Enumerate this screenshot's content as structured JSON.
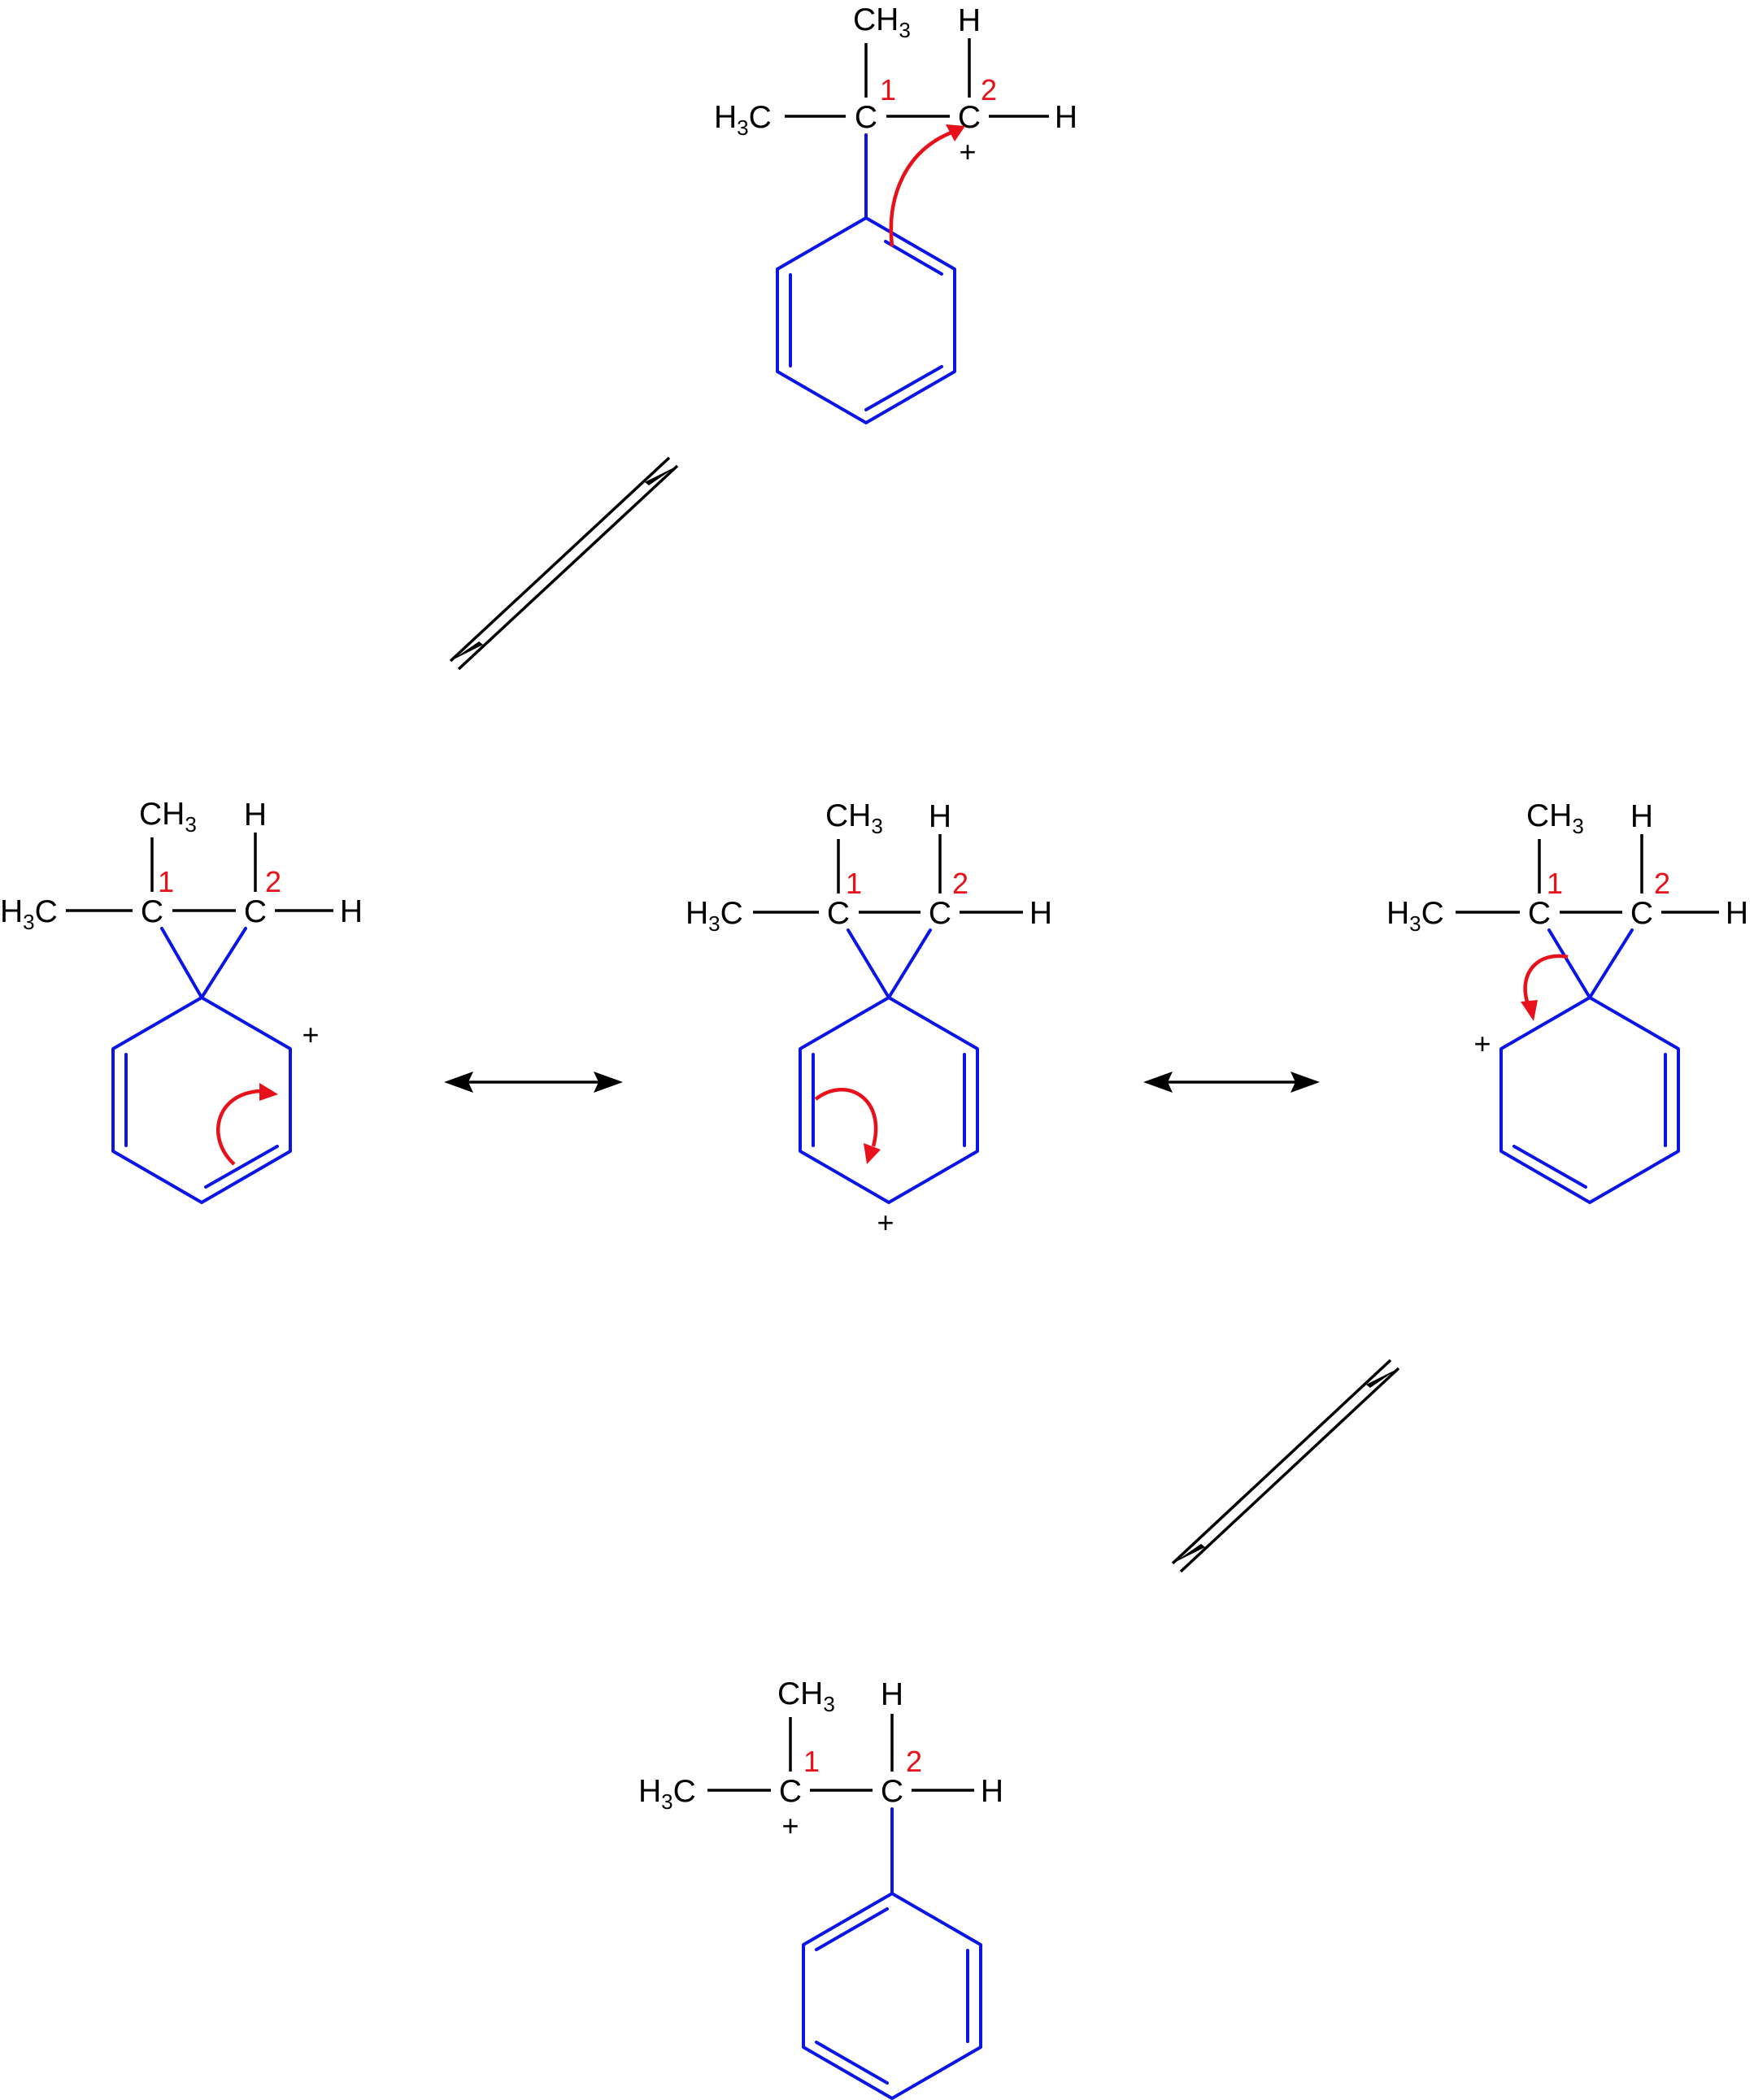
{
  "labels": {
    "c": "C",
    "h": "H",
    "ch": "CH",
    "hc": "H",
    "c_tail": "C",
    "sub3": "3",
    "plus": "+",
    "n1": "1",
    "n2": "2"
  },
  "colors": {
    "alkyl_bonds": "#000000",
    "ring": "#0b16e6",
    "electron_arrow": "#e8101a",
    "carbon_numbers": "#e8101a"
  },
  "structures": [
    {
      "id": "primary-carbocation",
      "charge_on": "C2"
    },
    {
      "id": "phenonium-resonance-ortho-left",
      "charge_on": "ring ortho carbon (right)"
    },
    {
      "id": "phenonium-resonance-para",
      "charge_on": "ring para carbon"
    },
    {
      "id": "phenonium-resonance-ortho-right",
      "charge_on": "ring ortho carbon (left)"
    },
    {
      "id": "tertiary-carbocation",
      "charge_on": "C1"
    }
  ],
  "arrows": [
    {
      "type": "equilibrium",
      "between": [
        "primary-carbocation",
        "phenonium-resonance-ortho-left"
      ]
    },
    {
      "type": "resonance",
      "between": [
        "phenonium-resonance-ortho-left",
        "phenonium-resonance-para"
      ]
    },
    {
      "type": "resonance",
      "between": [
        "phenonium-resonance-para",
        "phenonium-resonance-ortho-right"
      ]
    },
    {
      "type": "equilibrium",
      "between": [
        "phenonium-resonance-ortho-right",
        "tertiary-carbocation"
      ]
    }
  ]
}
